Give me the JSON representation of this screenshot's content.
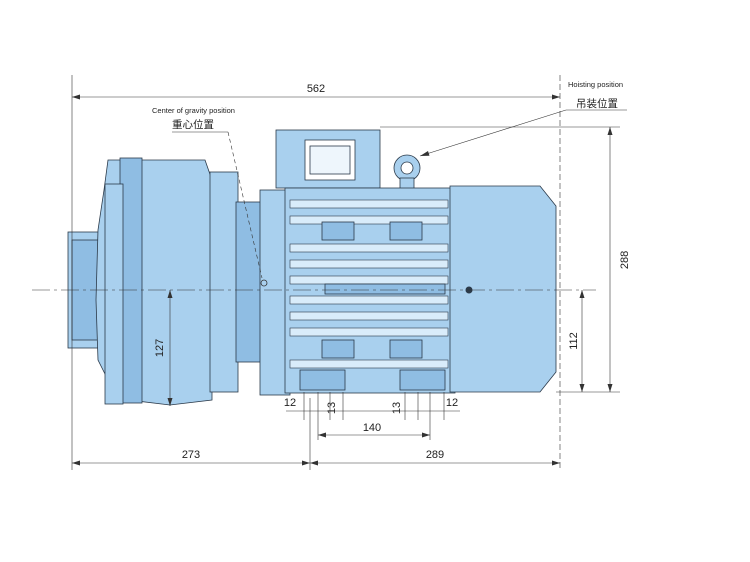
{
  "drawing": {
    "annotations": {
      "cog_en": "Center of gravity position",
      "cog_cn": "重心位置",
      "hoist_en": "Hoisting position",
      "hoist_cn": "吊装位置"
    },
    "dimensions": {
      "overall_length": "562",
      "height": "288",
      "shaft_height": "112",
      "cog_height": "127",
      "flange_to_motor": "273",
      "motor_length": "289",
      "foot_spacing": "140",
      "foot_width_left": "12",
      "foot_width_right": "12",
      "hole_left": "13",
      "hole_right": "13"
    },
    "colors": {
      "body": "#a9d0ee",
      "body_dark": "#8fbde3",
      "fins": "#d9ecfa",
      "line": "#2b3a4a"
    }
  }
}
